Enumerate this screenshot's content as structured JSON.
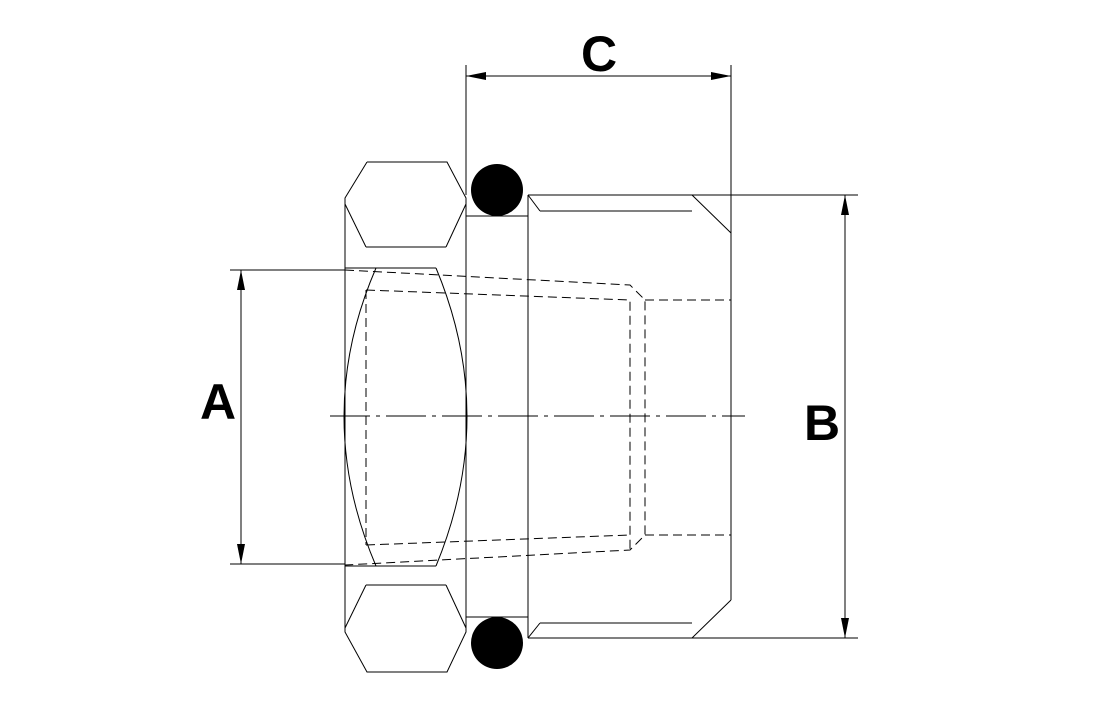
{
  "diagram": {
    "dimension_labels": {
      "a": "A",
      "b": "B",
      "c": "C"
    }
  }
}
